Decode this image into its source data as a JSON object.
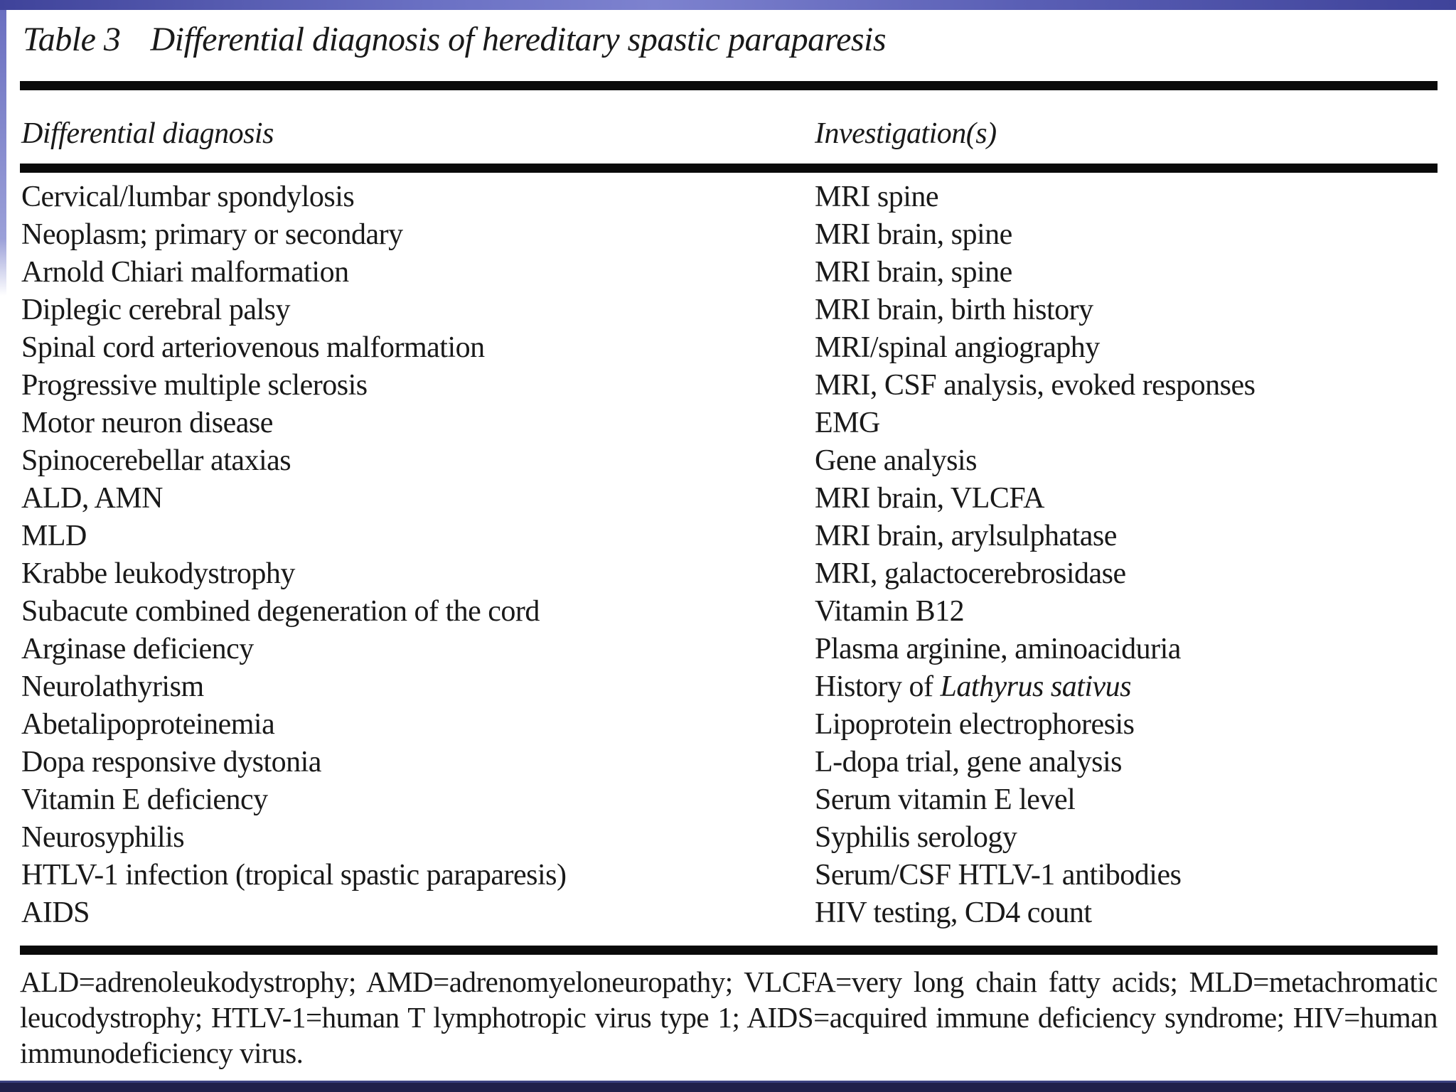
{
  "title": {
    "label": "Table 3",
    "text": "Differential diagnosis of hereditary spastic paraparesis"
  },
  "table": {
    "columns": [
      "Differential diagnosis",
      "Investigation(s)"
    ],
    "rows": [
      {
        "diagnosis": "Cervical/lumbar spondylosis",
        "investigation": "MRI spine"
      },
      {
        "diagnosis": "Neoplasm; primary or secondary",
        "investigation": "MRI brain, spine"
      },
      {
        "diagnosis": "Arnold Chiari malformation",
        "investigation": "MRI brain, spine"
      },
      {
        "diagnosis": "Diplegic cerebral palsy",
        "investigation": "MRI brain, birth history"
      },
      {
        "diagnosis": "Spinal cord arteriovenous malformation",
        "investigation": "MRI/spinal angiography"
      },
      {
        "diagnosis": "Progressive multiple sclerosis",
        "investigation": "MRI, CSF analysis, evoked responses"
      },
      {
        "diagnosis": "Motor neuron disease",
        "investigation": "EMG"
      },
      {
        "diagnosis": "Spinocerebellar ataxias",
        "investigation": "Gene analysis"
      },
      {
        "diagnosis": "ALD, AMN",
        "investigation": "MRI brain, VLCFA"
      },
      {
        "diagnosis": "MLD",
        "investigation": "MRI brain, arylsulphatase"
      },
      {
        "diagnosis": "Krabbe leukodystrophy",
        "investigation": "MRI, galactocerebrosidase"
      },
      {
        "diagnosis": "Subacute combined degeneration of the cord",
        "investigation": "Vitamin B12"
      },
      {
        "diagnosis": "Arginase deficiency",
        "investigation": "Plasma arginine, aminoaciduria"
      },
      {
        "diagnosis": "Neurolathyrism",
        "investigation": "History of ",
        "investigation_italic": "Lathyrus sativus"
      },
      {
        "diagnosis": "Abetalipoproteinemia",
        "investigation": "Lipoprotein electrophoresis"
      },
      {
        "diagnosis": "Dopa responsive dystonia",
        "investigation": "L-dopa trial, gene analysis"
      },
      {
        "diagnosis": "Vitamin E deficiency",
        "investigation": "Serum vitamin E level"
      },
      {
        "diagnosis": "Neurosyphilis",
        "investigation": "Syphilis serology"
      },
      {
        "diagnosis": "HTLV-1 infection (tropical spastic paraparesis)",
        "investigation": "Serum/CSF HTLV-1 antibodies"
      },
      {
        "diagnosis": "AIDS",
        "investigation": "HIV testing, CD4 count"
      }
    ]
  },
  "footnote": "ALD=adrenoleukodystrophy; AMD=adrenomyeloneuropathy; VLCFA=very long chain fatty acids; MLD=metachromatic leucodystrophy; HTLV-1=human T lymphotropic virus type 1; AIDS=acquired immune deficiency syndrome; HIV=human immunodeficiency virus.",
  "colors": {
    "topbar": "#5a5fb5",
    "bottombar": "#20204a",
    "rule": "#0a0a0a",
    "text": "#191919"
  }
}
